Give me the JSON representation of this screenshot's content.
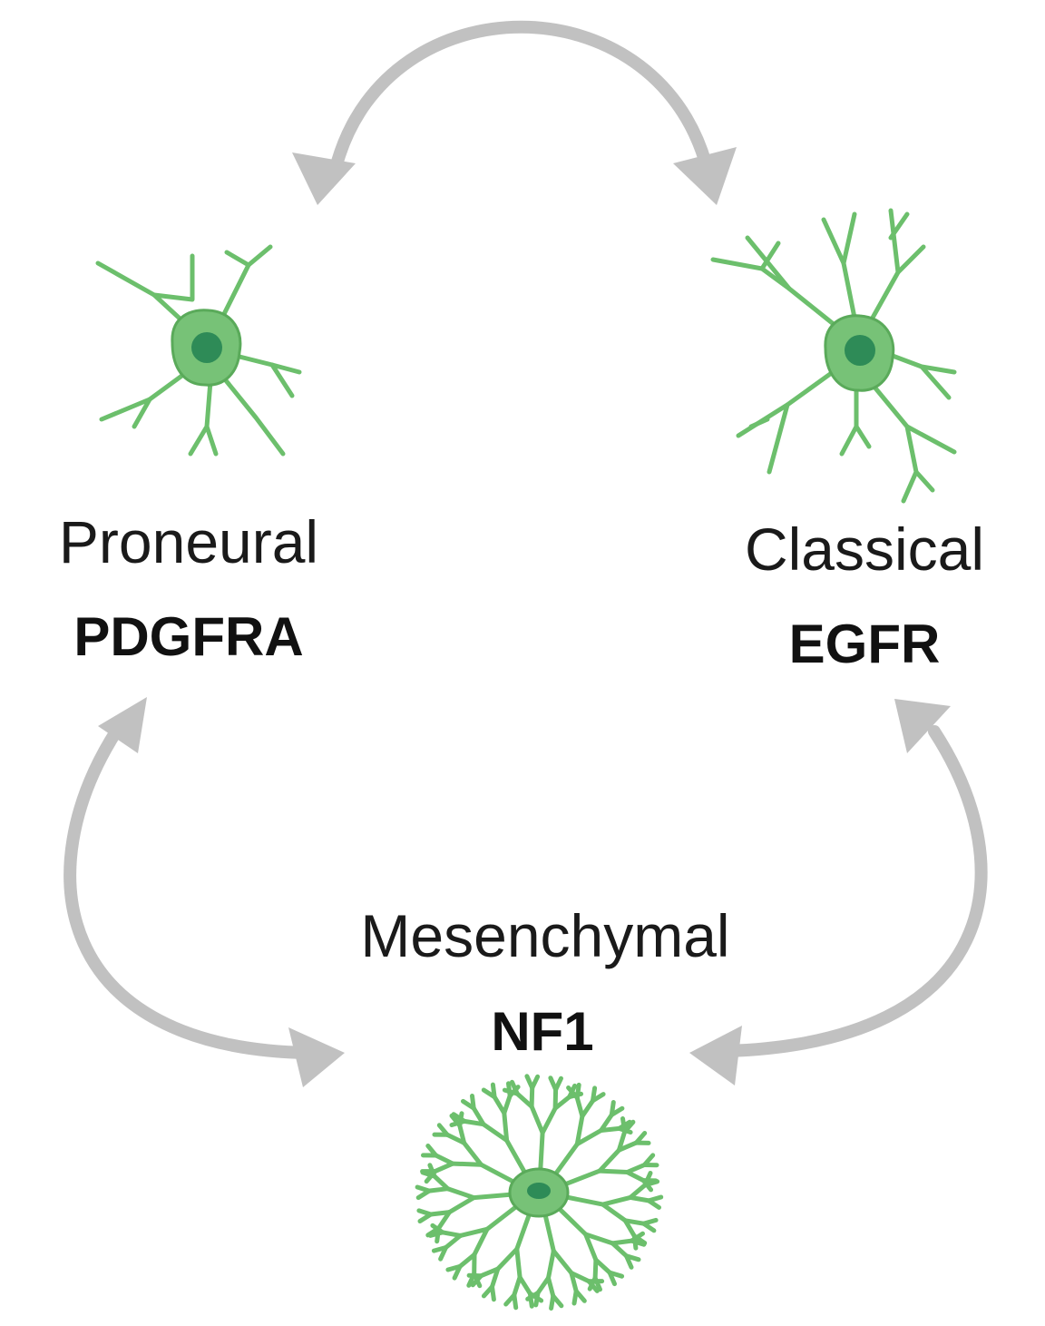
{
  "colors": {
    "arrow": "#c1c1c1",
    "cell_body": "#77c277",
    "cell_outline": "#5aaa5a",
    "nucleus": "#2e8b57",
    "dendrite": "#6cbf6c",
    "text": "#1a1a1a"
  },
  "subtypes": {
    "proneural": {
      "name": "Proneural",
      "gene": "PDGFRA"
    },
    "classical": {
      "name": "Classical",
      "gene": "EGFR"
    },
    "mesenchymal": {
      "name": "Mesenchymal",
      "gene": "NF1"
    }
  },
  "icons": {
    "proneural_cell": "neuron-few-dendrites-icon",
    "classical_cell": "neuron-branched-dendrites-icon",
    "mesenchymal_cell": "neuron-many-dendrites-icon",
    "arrows": "bidirectional-curved-arrow-icon"
  }
}
